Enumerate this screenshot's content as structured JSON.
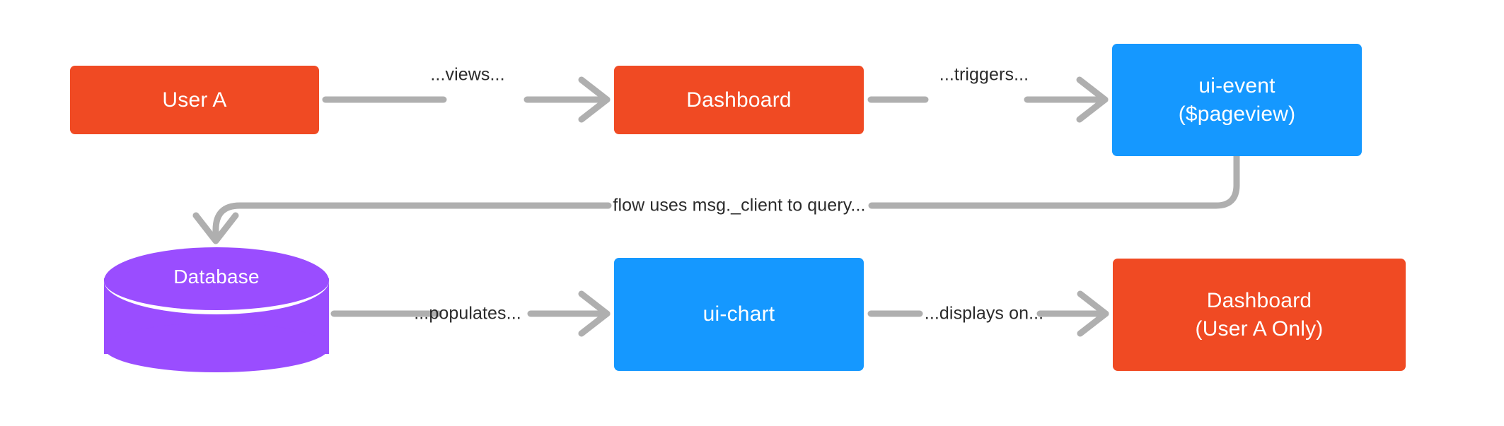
{
  "diagram": {
    "title": "ui-event to ui-chart data flow",
    "background_color": "#FFFFFF",
    "colors": {
      "orange": "#F04A23",
      "blue": "#1598FF",
      "purple": "#9A4DFF",
      "edge_gray": "#AFAFAF",
      "label_text": "#2B2B2B",
      "node_text": "#FFFFFF"
    },
    "nodes": [
      {
        "id": "user-a",
        "shape": "rect",
        "color": "#F04A23",
        "line1": "User A",
        "line2": ""
      },
      {
        "id": "dashboard-top",
        "shape": "rect",
        "color": "#F04A23",
        "line1": "Dashboard",
        "line2": ""
      },
      {
        "id": "ui-event",
        "shape": "rect",
        "color": "#1598FF",
        "line1": "ui-event",
        "line2": "($pageview)"
      },
      {
        "id": "database",
        "shape": "cylinder",
        "color": "#9A4DFF",
        "line1": "Database",
        "line2": ""
      },
      {
        "id": "ui-chart",
        "shape": "rect",
        "color": "#1598FF",
        "line1": "ui-chart",
        "line2": ""
      },
      {
        "id": "dashboard-bottom",
        "shape": "rect",
        "color": "#F04A23",
        "line1": "Dashboard",
        "line2": "(User A Only)"
      }
    ],
    "edges": [
      {
        "id": "user-a-to-dashboard",
        "from": "user-a",
        "to": "dashboard-top",
        "label": "...views...",
        "style": "straight-arrow"
      },
      {
        "id": "dashboard-to-ui-event",
        "from": "dashboard-top",
        "to": "ui-event",
        "label": "...triggers...",
        "style": "straight-arrow"
      },
      {
        "id": "ui-event-to-database",
        "from": "ui-event",
        "to": "database",
        "label": "flow uses msg._client to query...",
        "style": "elbow-arrow"
      },
      {
        "id": "database-to-ui-chart",
        "from": "database",
        "to": "ui-chart",
        "label": "...populates...",
        "style": "straight-arrow"
      },
      {
        "id": "ui-chart-to-dashboard",
        "from": "ui-chart",
        "to": "dashboard-bottom",
        "label": "...displays on...",
        "style": "straight-arrow"
      }
    ]
  }
}
